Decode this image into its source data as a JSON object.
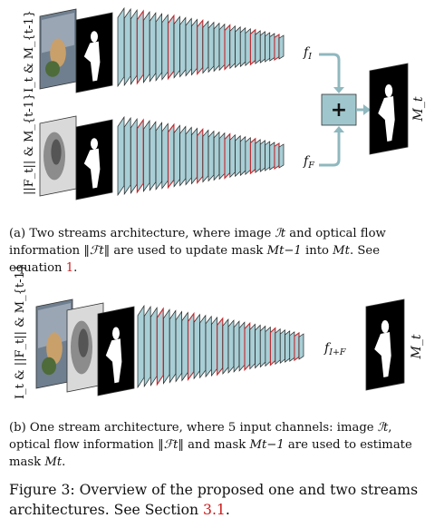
{
  "diagram_a": {
    "inputs_label_top": "I_t & M_{t-1}",
    "inputs_label_bottom": "||F_t|| & M_{t-1}",
    "stream_label_top": "f_I",
    "stream_label_bottom": "f_F",
    "combine_symbol": "+",
    "output_label": "M_t"
  },
  "diagram_b": {
    "inputs_label": "I_t & ||F_t|| & M_{t-1}",
    "stream_label": "f_{I+F}",
    "output_label": "M_t"
  },
  "captions": {
    "a_prefix": "(a) Two streams architecture, where image ",
    "a_mid1": " and optical flow information ",
    "a_mid2": " are used to update mask ",
    "a_mid3": " into ",
    "a_mid4": ". See equation ",
    "a_ref": "1",
    "a_end": ".",
    "b_prefix": "(b) One stream architecture, where 5 input channels: image ",
    "b_mid1": ", optical flow information ",
    "b_mid2": " and mask ",
    "b_mid3": " are used to estimate mask ",
    "b_end": ".",
    "fig_prefix": "Figure 3: Overview of the proposed one and two streams architectures. See Section ",
    "fig_ref": "3.1",
    "fig_end": "."
  },
  "math": {
    "I_t": "ℐt",
    "F_t_norm": "‖ℱt‖",
    "M_tm1": "Mt−1",
    "M_t": "Mt"
  },
  "colors": {
    "layer_fill": "#a9cfd6",
    "layer_stroke": "#222222",
    "pool_stroke": "#c0282d",
    "plus_box": "#9fc6cd",
    "arrow": "#8fb8bf",
    "ref_red": "#cc1a1a"
  }
}
